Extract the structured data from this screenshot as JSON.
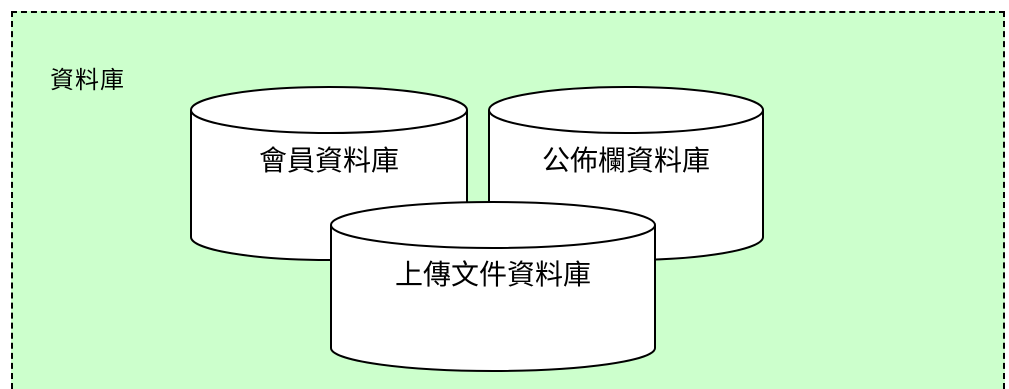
{
  "container": {
    "label": "資料庫",
    "background": "#ccffcc",
    "border": "dashed"
  },
  "databases": [
    {
      "label": "會員資料庫"
    },
    {
      "label": "公佈欄資料庫"
    },
    {
      "label": "上傳文件資料庫"
    }
  ]
}
